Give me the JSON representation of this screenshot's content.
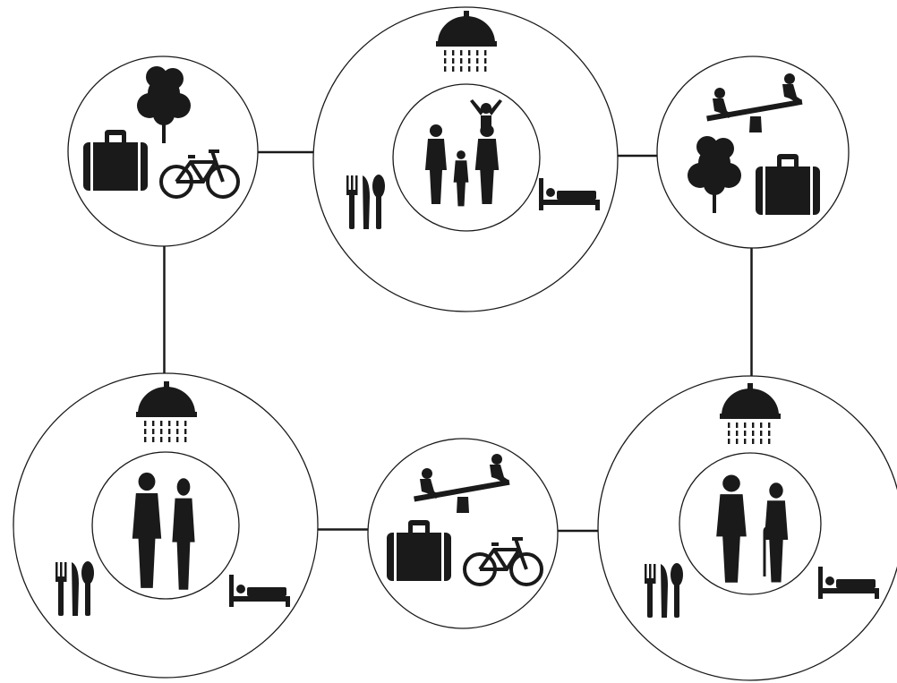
{
  "diagram": {
    "colors": {
      "ink": "#1a1a1a",
      "background": "#ffffff"
    },
    "nodes": [
      {
        "id": "top-left",
        "icons": [
          "tree-icon",
          "suitcase-icon",
          "bicycle-icon"
        ]
      },
      {
        "id": "top-center",
        "icons": [
          "shower-icon",
          "family-icon",
          "cutlery-icon",
          "bed-icon"
        ]
      },
      {
        "id": "top-right",
        "icons": [
          "seesaw-icon",
          "tree-icon",
          "suitcase-icon"
        ]
      },
      {
        "id": "bottom-left",
        "icons": [
          "shower-icon",
          "couple-icon",
          "cutlery-icon",
          "bed-icon"
        ]
      },
      {
        "id": "bottom-center",
        "icons": [
          "seesaw-icon",
          "suitcase-icon",
          "bicycle-icon"
        ]
      },
      {
        "id": "bottom-right",
        "icons": [
          "shower-icon",
          "elderly-couple-icon",
          "cutlery-icon",
          "bed-icon"
        ]
      }
    ],
    "connections": [
      [
        "top-left",
        "top-center"
      ],
      [
        "top-center",
        "top-right"
      ],
      [
        "top-left",
        "bottom-left"
      ],
      [
        "top-right",
        "bottom-right"
      ],
      [
        "bottom-left",
        "bottom-center"
      ],
      [
        "bottom-center",
        "bottom-right"
      ]
    ]
  }
}
